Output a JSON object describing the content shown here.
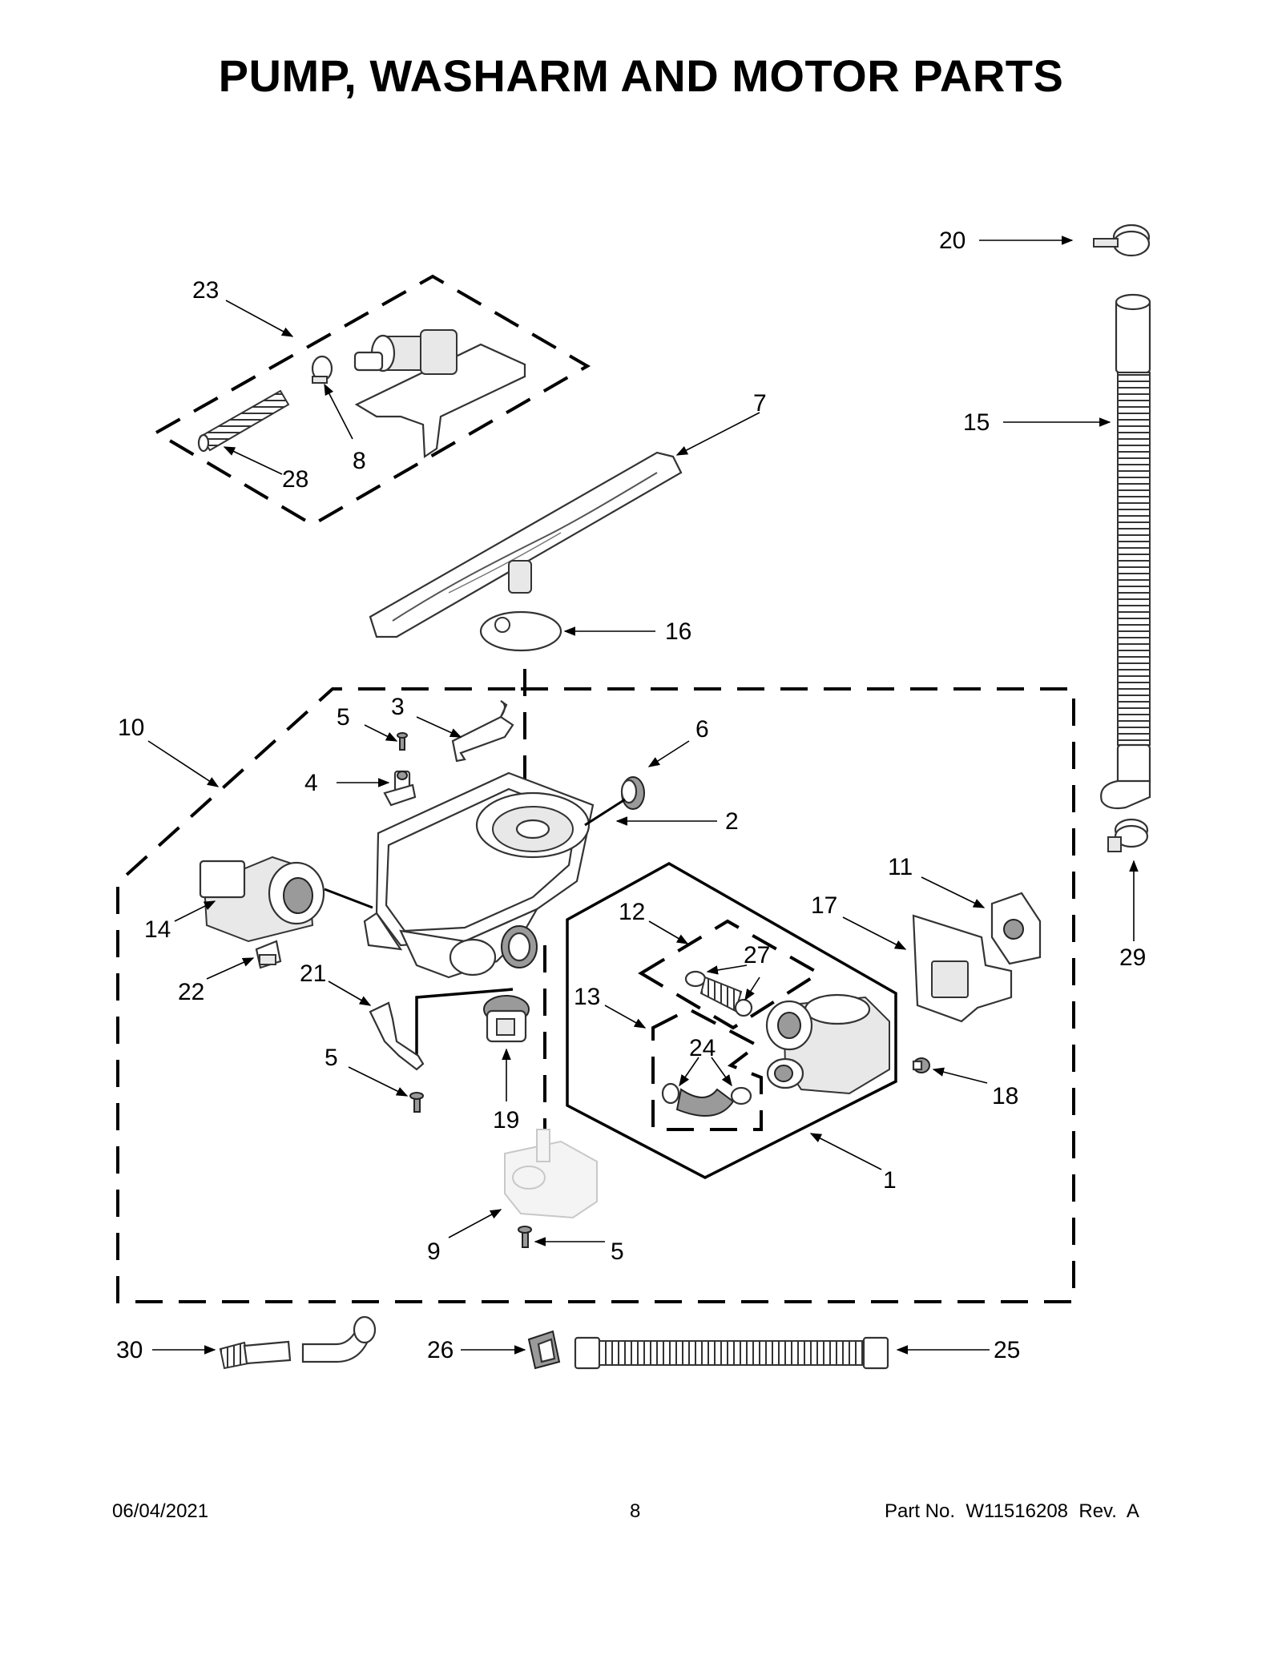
{
  "title": "PUMP, WASHARM AND MOTOR PARTS",
  "callouts": {
    "c1": "1",
    "c2": "2",
    "c3": "3",
    "c4": "4",
    "c5a": "5",
    "c5b": "5",
    "c5c": "5",
    "c6": "6",
    "c7": "7",
    "c8": "8",
    "c9": "9",
    "c10": "10",
    "c11": "11",
    "c12": "12",
    "c13": "13",
    "c14": "14",
    "c15": "15",
    "c16": "16",
    "c17": "17",
    "c18": "18",
    "c19": "19",
    "c20": "20",
    "c21": "21",
    "c22": "22",
    "c23": "23",
    "c24": "24",
    "c25": "25",
    "c26": "26",
    "c27": "27",
    "c28": "28",
    "c29": "29",
    "c30": "30"
  },
  "footer": {
    "date": "06/04/2021",
    "page": "8",
    "part_no": "Part No.  W11516208  Rev.  A"
  }
}
